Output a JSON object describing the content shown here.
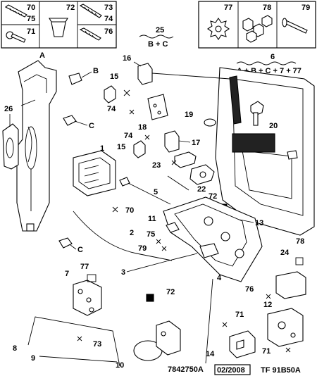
{
  "callouts": {
    "n70": "70",
    "n75": "75",
    "n72": "72",
    "n73": "73",
    "n74": "74",
    "n71": "71",
    "n76": "76",
    "n77": "77",
    "n78": "78",
    "n79": "79",
    "n25": "25",
    "bc": "B + C",
    "n6": "6",
    "abc": "A + B + C + 7 + 77",
    "A": "A",
    "B": "B",
    "C1": "C",
    "C2": "C",
    "n26": "26",
    "n16": "16",
    "n15a": "15",
    "n74a": "74",
    "n18": "18",
    "n19": "19",
    "n20": "20",
    "n74b": "74",
    "n17": "17",
    "n15b": "15",
    "n1": "1",
    "n23": "23",
    "n5": "5",
    "n22": "22",
    "n72a": "72",
    "n70a": "70",
    "n11": "11",
    "n13": "13",
    "n2": "2",
    "n75a": "75",
    "n79a": "79",
    "n3": "3",
    "n4": "4",
    "n7": "7",
    "n77a": "77",
    "n72b": "72",
    "n24": "24",
    "n78a": "78",
    "n76a": "76",
    "n12": "12",
    "n71a": "71",
    "n73a": "73",
    "n14": "14",
    "n71b": "71",
    "n8": "8",
    "n9": "9",
    "n10": "10"
  },
  "footer": {
    "code": "7842750A",
    "date": "02/2008",
    "ref": "TF 91B50A"
  }
}
